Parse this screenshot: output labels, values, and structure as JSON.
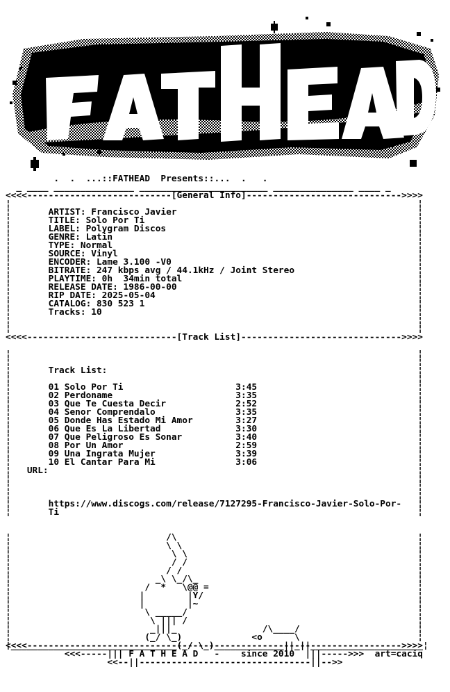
{
  "presents": "         .  .  ...::FATHEAD  Presents::...  .   .",
  "general_header": "  _ ____ _______________ ________________________ _______________ ____ _\n<<<<---------------------------[General Info]----------------------------->>>>",
  "info_lines": [
    "",
    "       ARTIST: Francisco Javier",
    "       TITLE: Solo Por Ti",
    "       LABEL: Polygram Discos",
    "       GENRE: Latin",
    "       TYPE: Normal",
    "       SOURCE: Vinyl",
    "       ENCODER: Lame 3.100 -V0",
    "       BITRATE: 247 kbps avg / 44.1kHz / Joint Stereo",
    "       PLAYTIME: 0h  34min total",
    "       RELEASE DATE: 1986-00-00",
    "       RIP DATE: 2025-05-04",
    "       CATALOG: 830 523 1",
    "       Tracks: 10",
    "",
    ""
  ],
  "tracks_header": "<<<<----------------------------[Track List]------------------------------>>>>",
  "track_list_title": "Track List:",
  "tracks": [
    {
      "num": "01",
      "title": "Solo Por Ti",
      "time": "3:45"
    },
    {
      "num": "02",
      "title": "Perdoname",
      "time": "3:35"
    },
    {
      "num": "03",
      "title": "Que Te Cuesta Decir",
      "time": "2:52"
    },
    {
      "num": "04",
      "title": "Senor Comprendalo",
      "time": "3:35"
    },
    {
      "num": "05",
      "title": "Donde Has Estado Mi Amor",
      "time": "3:27"
    },
    {
      "num": "06",
      "title": "Que Es La Libertad",
      "time": "3:30"
    },
    {
      "num": "07",
      "title": "Que Peligroso Es Sonar",
      "time": "3:40"
    },
    {
      "num": "08",
      "title": "Por Un Amor",
      "time": "2:59"
    },
    {
      "num": "09",
      "title": "Una Ingrata Mujer",
      "time": "3:39"
    },
    {
      "num": "10",
      "title": "El Cantar Para Mi",
      "time": "3:06"
    }
  ],
  "url_label": "URL:",
  "url": "https://www.discogs.com/release/7127295-Francisco-Javier-Solo-Por-Ti",
  "url_lines": [
    "       https://www.discogs.com/release/7127295-Francisco-Javier-Solo-Por-",
    "       Ti"
  ],
  "art_lines": [
    "                             /\\",
    "                             \\ \\",
    "                              \\ \\",
    "                              / /",
    "                             / /",
    "                           _\\ \\_/\\_",
    "                         /  *   \\@@ =",
    "                        |        |Y/",
    "                        |        |~",
    "                         \\ _____/",
    "                          \\ ||| /",
    "                          _|||_                /\\____/",
    "                         (_/ \\_)             <o      \\"
  ],
  "footer_lines": [
    "<<<-----||| F A T H E A D   -    since 2010  |||----->>>  art=caciq",
    "        <<--||--------------------------------||-->>"
  ],
  "logo": {
    "text": "FATHEAD",
    "colors": {
      "ink": "#000000",
      "paper": "#ffffff"
    }
  }
}
